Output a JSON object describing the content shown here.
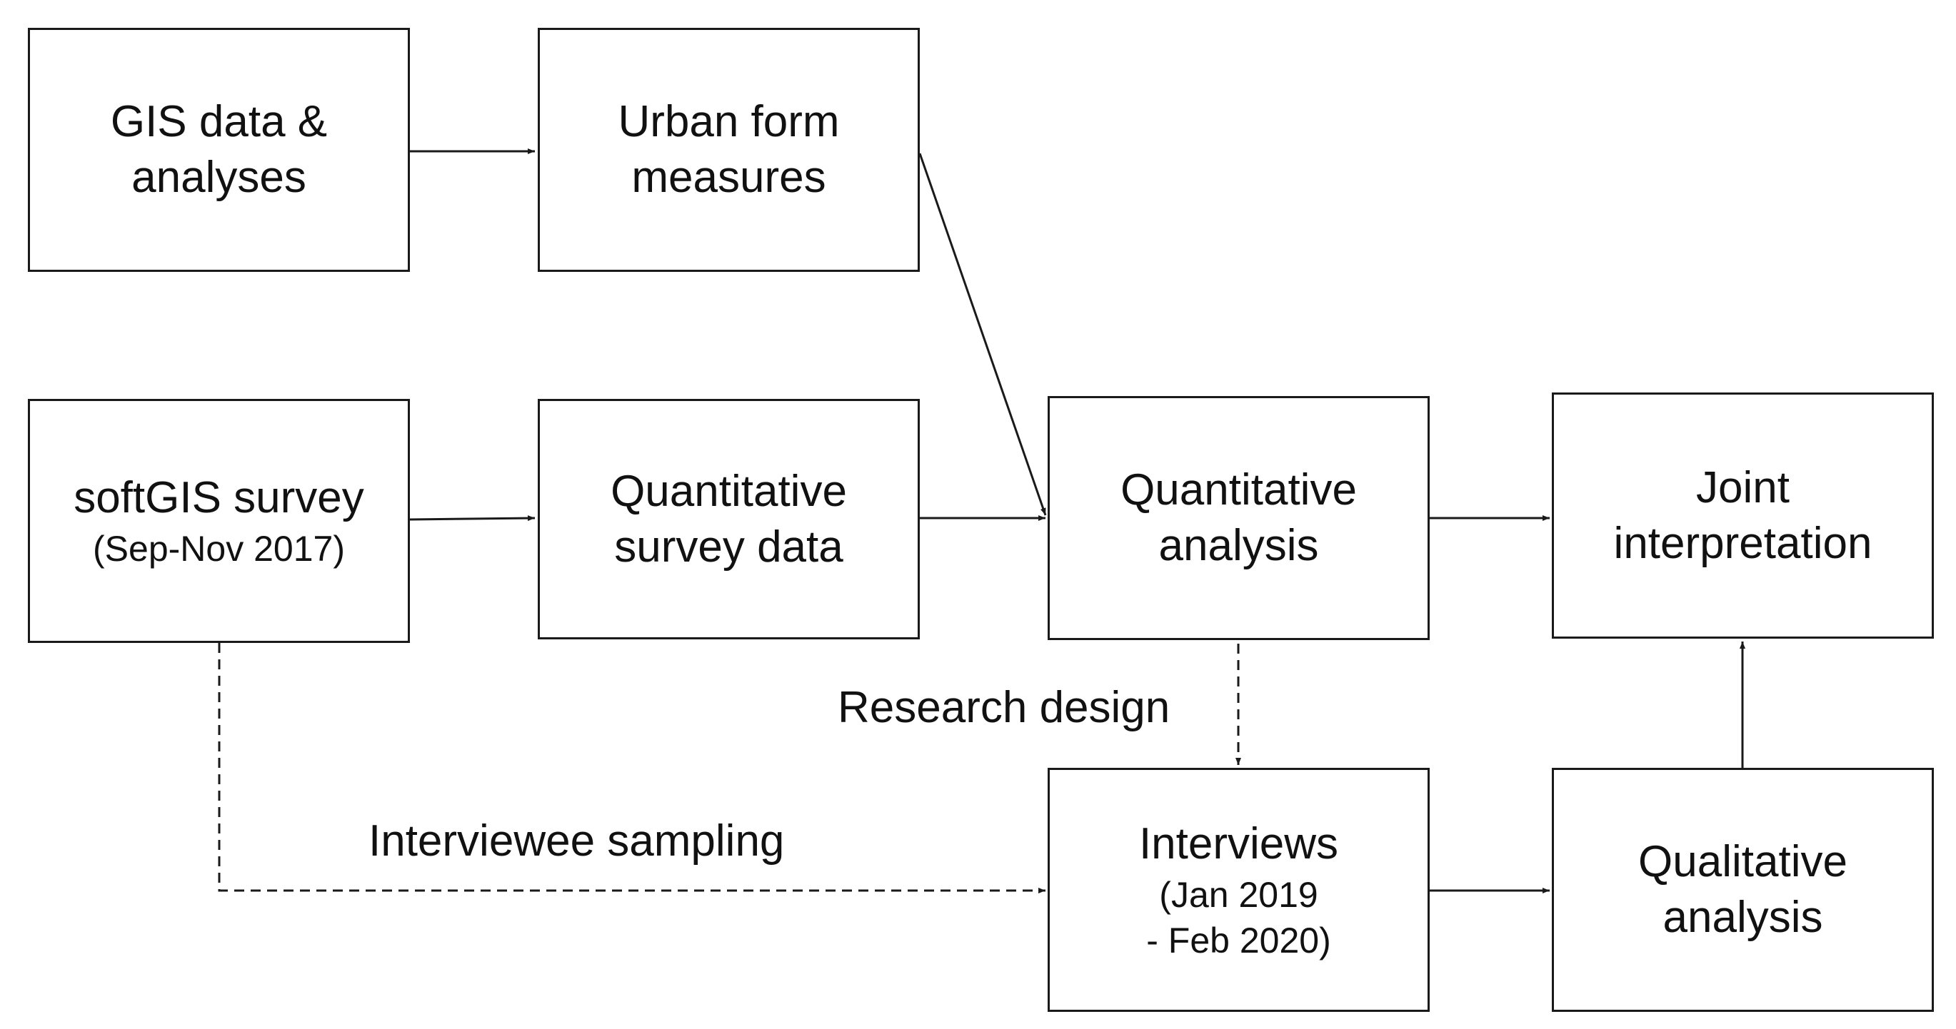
{
  "nodes": {
    "gis": {
      "lines": [
        "GIS data &",
        "analyses"
      ]
    },
    "urban_form": {
      "lines": [
        "Urban form",
        "measures"
      ]
    },
    "softgis": {
      "lines": [
        "softGIS survey"
      ],
      "sub": [
        "(Sep-Nov 2017)"
      ]
    },
    "quant_survey": {
      "lines": [
        "Quantitative",
        "survey data"
      ]
    },
    "quant_analysis": {
      "lines": [
        "Quantitative",
        "analysis"
      ]
    },
    "joint": {
      "lines": [
        "Joint",
        "interpretation"
      ]
    },
    "interviews": {
      "lines": [
        "Interviews"
      ],
      "sub": [
        "(Jan 2019",
        "- Feb 2020)"
      ]
    },
    "qual_analysis": {
      "lines": [
        "Qualitative",
        "analysis"
      ]
    }
  },
  "labels": {
    "research_design": "Research design",
    "interviewee_sampling": "Interviewee sampling"
  },
  "edges": [
    {
      "from": "gis",
      "to": "urban_form",
      "style": "solid"
    },
    {
      "from": "urban_form",
      "to": "quant_analysis",
      "style": "solid"
    },
    {
      "from": "softgis",
      "to": "quant_survey",
      "style": "solid"
    },
    {
      "from": "quant_survey",
      "to": "quant_analysis",
      "style": "solid"
    },
    {
      "from": "quant_analysis",
      "to": "joint",
      "style": "solid"
    },
    {
      "from": "quant_analysis",
      "to": "interviews",
      "style": "dashed",
      "label": "Research design"
    },
    {
      "from": "softgis",
      "to": "interviews",
      "style": "dashed",
      "label": "Interviewee sampling"
    },
    {
      "from": "interviews",
      "to": "qual_analysis",
      "style": "solid"
    },
    {
      "from": "qual_analysis",
      "to": "joint",
      "style": "solid"
    }
  ],
  "colors": {
    "stroke": "#1a1a1a",
    "text": "#111111",
    "background": "#ffffff"
  }
}
